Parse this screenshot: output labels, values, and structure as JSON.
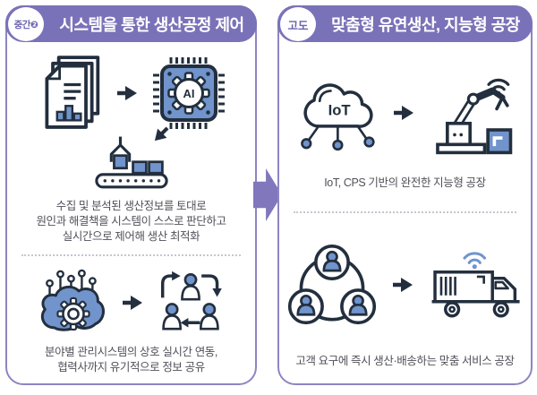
{
  "left_panel": {
    "badge": "중간❷",
    "title": "시스템을 통한 생산공정 제어",
    "caption1": {
      "line1": "수집 및 분석된 생산정보를 토대로",
      "line2": "원인과 해결책을 시스템이 스스로 판단하고",
      "line3": "실시간으로 제어해 생산 최적화"
    },
    "caption2": {
      "line1": "분야별 관리시스템의 상호 실시간 연동,",
      "line2": "협력사까지 유기적으로 정보 공유"
    }
  },
  "right_panel": {
    "badge": "고도",
    "title": "맞춤형 유연생산, 지능형 공장",
    "caption1": "IoT, CPS 기반의 완전한 지능형 공장",
    "caption2": "고객 요구에 즉시 생산·배송하는 맞춤 서비스 공장"
  },
  "icons": {
    "ai_chip_label": "AI",
    "iot_cloud_label": "IoT"
  },
  "colors": {
    "header_purple": "#7a72b8",
    "panel_border": "#8d85c3",
    "transition_arrow_purple": "#8077bd",
    "icon_outline_navy": "#232f3e",
    "icon_fill_blue": "#7094cb",
    "wifi_blue": "#6f94cf",
    "caption_text": "#515059"
  }
}
